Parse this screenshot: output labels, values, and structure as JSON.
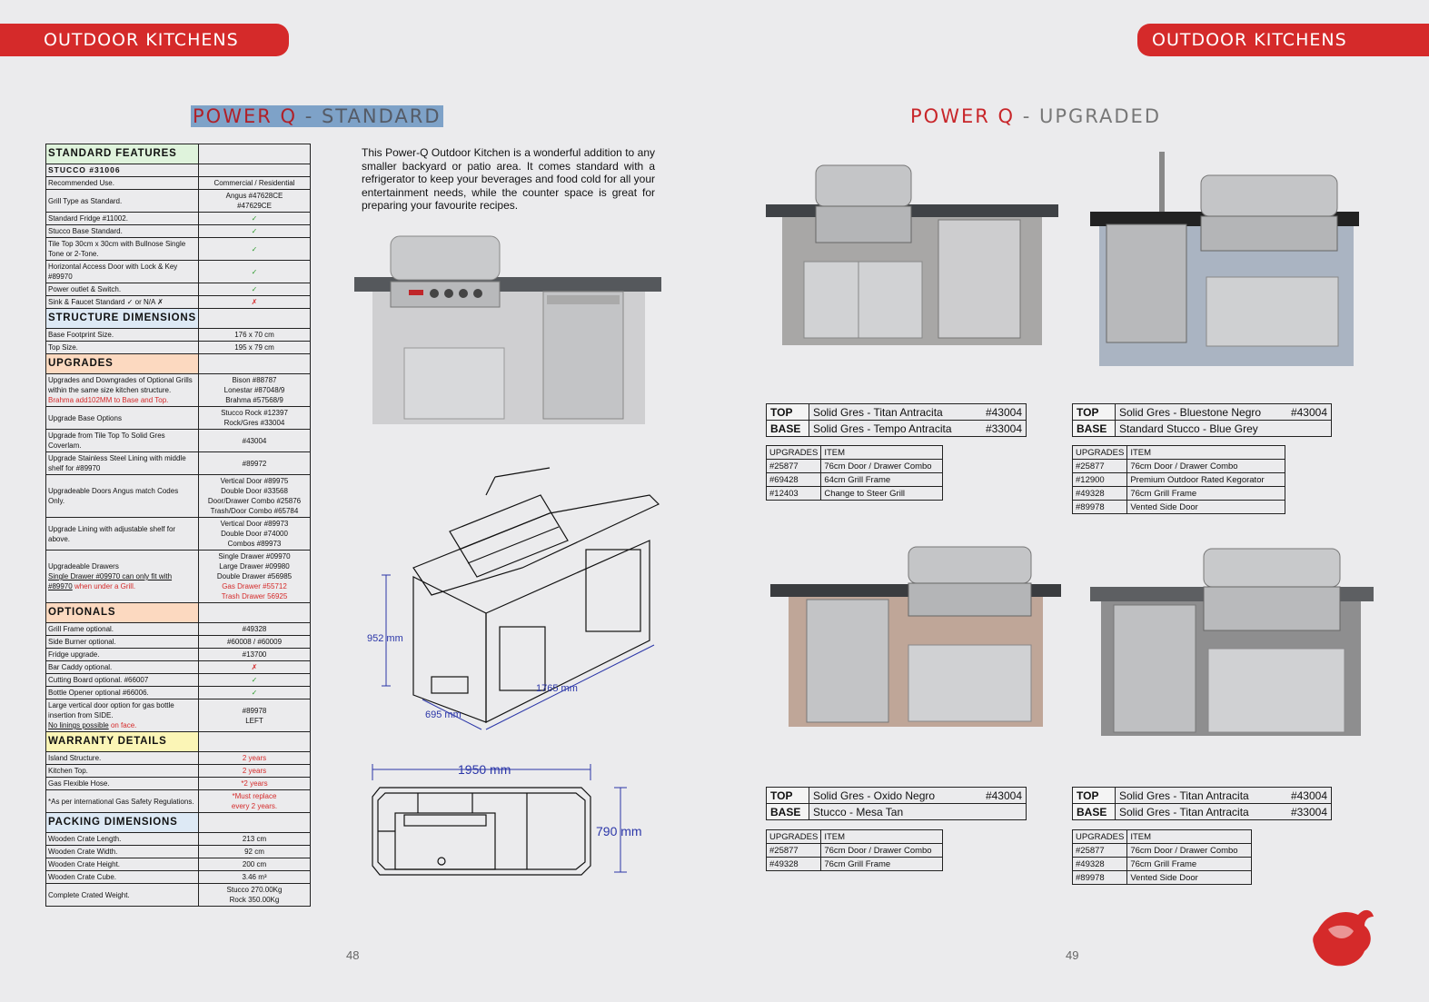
{
  "header": {
    "left_tab": "OUTDOOR KITCHENS",
    "right_tab": "OUTDOOR KITCHENS"
  },
  "left_title": {
    "a": "POWER Q",
    "sep": " - ",
    "b": "STANDARD"
  },
  "right_title": {
    "a": "POWER Q",
    "sep": " - ",
    "b": "UPGRADED"
  },
  "description": "This Power-Q Outdoor Kitchen is a wonderful addition to any smaller backyard or patio area. It comes standard with a refrigerator to keep your beverages and food cold for all your entertainment needs, while the counter space is great for preparing your favourite recipes.",
  "spec": {
    "standard_features": "STANDARD FEATURES",
    "stucco": "STUCCO #31006",
    "rows1": [
      {
        "label": "Recommended Use.",
        "value": "Commercial / Residential"
      },
      {
        "label": "Grill Type as Standard.",
        "value": "Angus #47628CE\n#47629CE"
      },
      {
        "label": "Standard Fridge #11002.",
        "value": "✓"
      },
      {
        "label": "Stucco Base Standard.",
        "value": "✓"
      },
      {
        "label": "Tile Top 30cm x 30cm with Bullnose Single Tone or 2-Tone.",
        "value": "✓"
      },
      {
        "label": "Horizontal Access Door with Lock & Key   #89970",
        "value": "✓"
      },
      {
        "label": "Power outlet & Switch.",
        "value": "✓"
      },
      {
        "label": "Sink & Faucet    Standard ✓ or   N/A ✗",
        "value": "✗"
      }
    ],
    "structure": "STRUCTURE DIMENSIONS",
    "rows2": [
      {
        "label": "Base Footprint Size.",
        "value": "176 x 70 cm"
      },
      {
        "label": "Top Size.",
        "value": "195 x 79 cm"
      }
    ],
    "upgrades": "UPGRADES",
    "rows3": [
      {
        "label": "Upgrades and Downgrades of Optional Grills within the same size kitchen structure.",
        "label_red": "Brahma add102MM to Base and Top.",
        "value": "Bison #88787\nLonestar #87048/9\nBrahma #57568/9"
      },
      {
        "label": "Upgrade Base Options",
        "value": "Stucco Rock #12397\nRock/Gres #33004"
      },
      {
        "label": "Upgrade from Tile Top To Solid Gres Coverlam.",
        "value": "#43004"
      },
      {
        "label": "Upgrade Stainless Steel Lining with middle shelf for #89970",
        "value": "#89972"
      },
      {
        "label": "Upgradeable Doors Angus match Codes Only.",
        "value": "Vertical Door #89975\nDouble Door #33568\nDoor/Drawer Combo #25876\nTrash/Door Combo #65784"
      },
      {
        "label": "Upgrade Lining with adjustable shelf for above.",
        "value": "Vertical Door #89973\nDouble Door #74000\nCombos #89973"
      },
      {
        "label": "Upgradeable Drawers",
        "label_under": "Single Drawer #09970 can only fit with #89970",
        "label_red": "when under a Grill.",
        "value": "Single Drawer #09970\nLarge Drawer #09980\nDouble Drawer #56985",
        "value_red": "Gas Drawer #55712\nTrash Drawer 56925"
      }
    ],
    "optionals": "OPTIONALS",
    "rows4": [
      {
        "label": "Grill Frame optional.",
        "value": "#49328"
      },
      {
        "label": "Side Burner optional.",
        "value": "#60008 / #60009"
      },
      {
        "label": "Fridge upgrade.",
        "value": "#13700"
      },
      {
        "label": "Bar Caddy optional.",
        "value": "✗"
      },
      {
        "label": "Cutting Board optional. #66007",
        "value": "✓"
      },
      {
        "label": "Bottle Opener optional #66006.",
        "value": "✓"
      },
      {
        "label": "Large vertical door option for gas bottle insertion from SIDE.",
        "label_under": "No linings possible",
        "label_red": "on face.",
        "value": "#89978\nLEFT"
      }
    ],
    "warranty": "WARRANTY DETAILS",
    "rows5": [
      {
        "label": "Island Structure.",
        "value": "2 years"
      },
      {
        "label": "Kitchen Top.",
        "value": "2 years"
      },
      {
        "label": "Gas Flexible Hose.",
        "value": "*2 years"
      },
      {
        "label": "*As per international Gas Safety Regulations.",
        "value": "*Must replace\nevery 2 years."
      }
    ],
    "packing": "PACKING DIMENSIONS",
    "rows6": [
      {
        "label": "Wooden Crate Length.",
        "value": "213 cm"
      },
      {
        "label": "Wooden Crate Width.",
        "value": "92 cm"
      },
      {
        "label": "Wooden Crate Height.",
        "value": "200 cm"
      },
      {
        "label": "Wooden Crate Cube.",
        "value": "3.46 m³"
      },
      {
        "label": "Complete Crated Weight.",
        "value": "Stucco 270.00Kg\nRock 350.00Kg"
      }
    ]
  },
  "dimensions": {
    "height": "952 mm",
    "depth": "695 mm",
    "length": "1765 mm",
    "top_length": "1950 mm",
    "top_depth": "790 mm"
  },
  "kitchens": [
    {
      "top_label": "TOP",
      "top_name": "Solid Gres - Titan Antracita",
      "top_code": "#43004",
      "base_label": "BASE",
      "base_name": "Solid Gres - Tempo Antracita",
      "base_code": "#33004",
      "upgrades_hdr": "UPGRADES",
      "item_hdr": "ITEM",
      "items": [
        {
          "code": "#25877",
          "item": "76cm Door / Drawer Combo"
        },
        {
          "code": "#69428",
          "item": "64cm Grill Frame"
        },
        {
          "code": "#12403",
          "item": "Change to Steer Grill"
        }
      ]
    },
    {
      "top_label": "TOP",
      "top_name": "Solid Gres - Bluestone Negro",
      "top_code": "#43004",
      "base_label": "BASE",
      "base_name": "Standard Stucco - Blue Grey",
      "base_code": "",
      "upgrades_hdr": "UPGRADES",
      "item_hdr": "ITEM",
      "items": [
        {
          "code": "#25877",
          "item": "76cm Door / Drawer Combo"
        },
        {
          "code": "#12900",
          "item": "Premium Outdoor Rated Kegorator"
        },
        {
          "code": "#49328",
          "item": "76cm Grill Frame"
        },
        {
          "code": "#89978",
          "item": "Vented Side Door"
        }
      ]
    },
    {
      "top_label": "TOP",
      "top_name": "Solid Gres - Oxido Negro",
      "top_code": "#43004",
      "base_label": "BASE",
      "base_name": "Stucco - Mesa Tan",
      "base_code": "",
      "upgrades_hdr": "UPGRADES",
      "item_hdr": "ITEM",
      "items": [
        {
          "code": "#25877",
          "item": "76cm Door / Drawer Combo"
        },
        {
          "code": "#49328",
          "item": "76cm Grill Frame"
        }
      ]
    },
    {
      "top_label": "TOP",
      "top_name": "Solid Gres - Titan Antracita",
      "top_code": "#43004",
      "base_label": "BASE",
      "base_name": "Solid Gres - Titan Antracita",
      "base_code": "#33004",
      "upgrades_hdr": "UPGRADES",
      "item_hdr": "ITEM",
      "items": [
        {
          "code": "#25877",
          "item": "76cm Door / Drawer Combo"
        },
        {
          "code": "#49328",
          "item": "76cm Grill Frame"
        },
        {
          "code": "#89978",
          "item": "Vented Side Door"
        }
      ]
    }
  ],
  "pages": {
    "left": "48",
    "right": "49"
  },
  "colors": {
    "brand_red": "#d52a2a",
    "check_green": "#2f9b2f",
    "dim_blue": "#2b36a8"
  }
}
